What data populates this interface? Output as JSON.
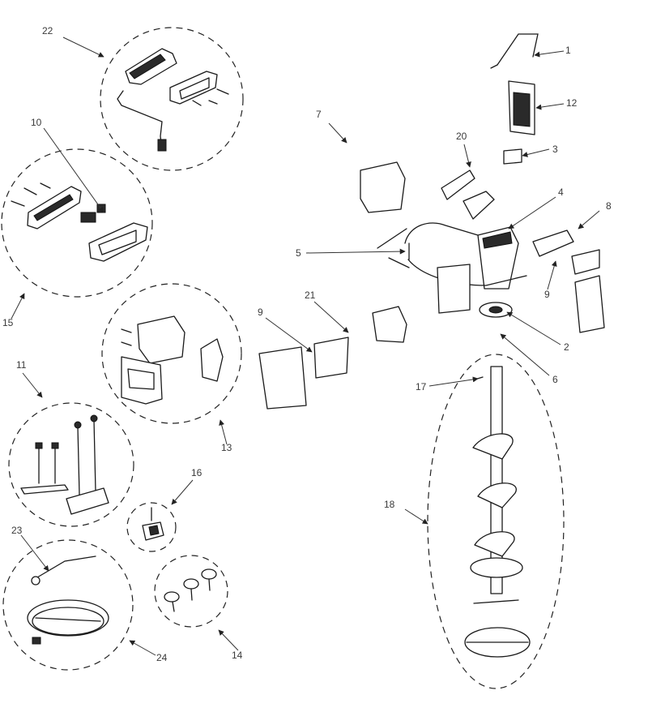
{
  "callouts": {
    "c1": "1",
    "c2": "2",
    "c3": "3",
    "c4": "4",
    "c5": "5",
    "c6": "6",
    "c7": "7",
    "c8": "8",
    "c9a": "9",
    "c9b": "9",
    "c10": "10",
    "c11": "11",
    "c12": "12",
    "c13": "13",
    "c14": "14",
    "c15": "15",
    "c16": "16",
    "c17": "17",
    "c18": "18",
    "c20": "20",
    "c21": "21",
    "c22": "22",
    "c23": "23",
    "c24": "24"
  }
}
